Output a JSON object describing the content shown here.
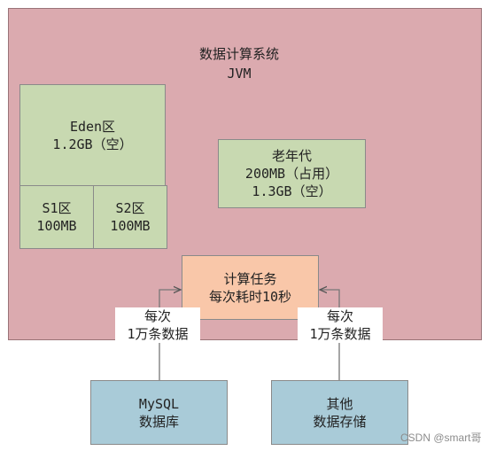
{
  "jvm": {
    "title": "数据计算系统",
    "subtitle": "JVM"
  },
  "eden": {
    "name": "Eden区",
    "detail": "1.2GB（空）"
  },
  "s1": {
    "name": "S1区",
    "size": "100MB"
  },
  "s2": {
    "name": "S2区",
    "size": "100MB"
  },
  "old_gen": {
    "name": "老年代",
    "used": "200MB（占用）",
    "free": "1.3GB（空）"
  },
  "task": {
    "name": "计算任务",
    "detail": "每次耗时10秒"
  },
  "sources": {
    "mysql": {
      "line1": "MySQL",
      "line2": "数据库"
    },
    "other": {
      "line1": "其他",
      "line2": "数据存储"
    }
  },
  "edge_labels": {
    "left": {
      "line1": "每次",
      "line2": "1万条数据"
    },
    "right": {
      "line1": "每次",
      "line2": "1万条数据"
    }
  },
  "watermark": "CSDN @smart哥",
  "colors": {
    "jvm_bg": "#dbaaaf",
    "memory_region_bg": "#c8d9b1",
    "task_bg": "#f9c7a9",
    "source_bg": "#a9cbd8"
  }
}
